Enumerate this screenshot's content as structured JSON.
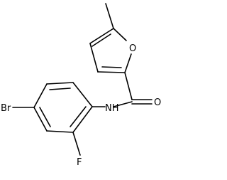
{
  "molecule": {
    "atoms": {
      "oxygen_ring": "O",
      "oxygen_carbonyl": "O",
      "amide_nh": "NH",
      "bromine": "Br",
      "fluorine": "F"
    }
  }
}
